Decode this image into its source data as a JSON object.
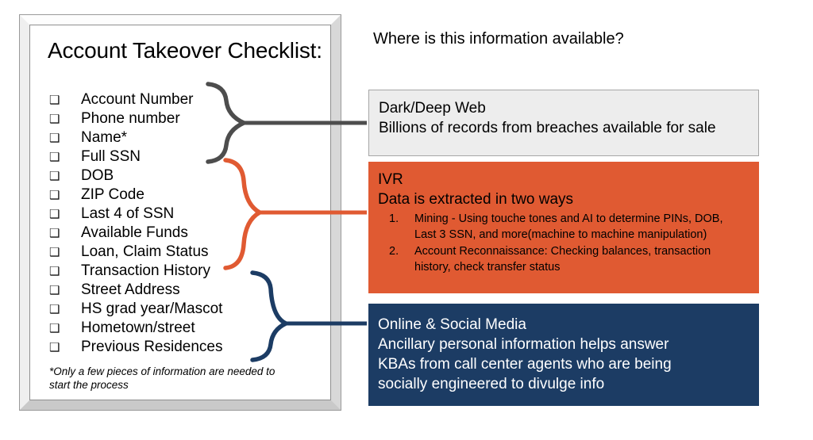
{
  "checklist": {
    "title": "Account Takeover Checklist:",
    "checkbox_glyph": "❑",
    "items": [
      {
        "label": "Account Number"
      },
      {
        "label": "Phone number"
      },
      {
        "label": "Name*"
      },
      {
        "label": "Full SSN"
      },
      {
        "label": "DOB"
      },
      {
        "label": "ZIP Code"
      },
      {
        "label": "Last 4 of SSN"
      },
      {
        "label": "Available Funds"
      },
      {
        "label": "Loan, Claim Status"
      },
      {
        "label": "Transaction History"
      },
      {
        "label": "Street Address"
      },
      {
        "label": "HS grad year/Mascot"
      },
      {
        "label": "Hometown/street"
      },
      {
        "label": "Previous Residences"
      }
    ],
    "footnote": "*Only a few pieces of information are needed to start the process"
  },
  "right": {
    "header": "Where is this information available?",
    "panels": {
      "darkweb": {
        "title": "Dark/Deep Web",
        "body": "Billions of records from breaches available for sale"
      },
      "ivr": {
        "title": "IVR",
        "subtitle": "Data is extracted in two ways",
        "items": [
          {
            "number": "1.",
            "line1": "Mining - Using touche tones and AI to determine PINs, DOB,",
            "line2": "Last 3 SSN, and more(machine to machine manipulation)"
          },
          {
            "number": "2.",
            "line1": "Account Reconnaissance: Checking balances, transaction",
            "line2": "history, check transfer status"
          }
        ]
      },
      "social": {
        "title": "Online & Social Media",
        "line1": "Ancillary personal information helps answer",
        "line2": "KBAs from call center agents who are being",
        "line3": "socially engineered to divulge info"
      }
    }
  },
  "colors": {
    "ivr_orange": "#e05a32",
    "social_navy": "#1c3c64",
    "darkweb_gray": "#ededed",
    "brace_gray": "#4d4d4d"
  },
  "connectors": [
    {
      "name": "dark-web-brace",
      "color": "#4d4d4d",
      "target": "Dark/Deep Web"
    },
    {
      "name": "ivr-brace",
      "color": "#e05a32",
      "target": "IVR"
    },
    {
      "name": "social-brace",
      "color": "#1c3c64",
      "target": "Online & Social Media"
    }
  ]
}
